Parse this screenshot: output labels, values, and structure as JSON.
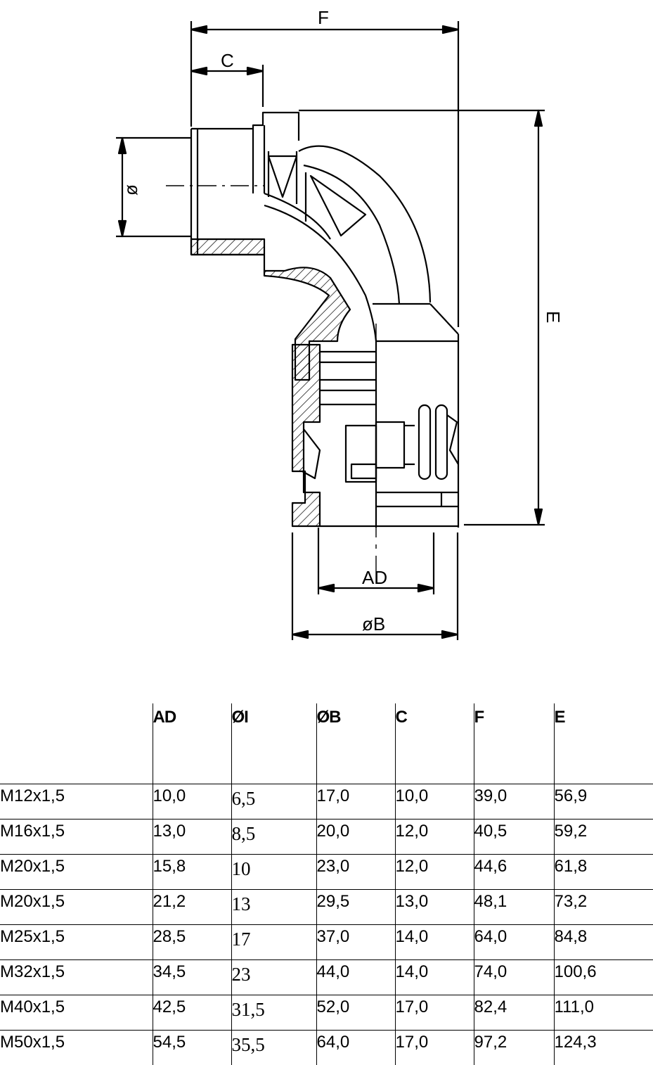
{
  "drawing": {
    "labels": {
      "F": "F",
      "C": "C",
      "I": "ø",
      "E": "E",
      "AD": "AD",
      "B": "øB"
    }
  },
  "table": {
    "headers": [
      "",
      "AD",
      "ØI",
      "ØB",
      "C",
      "F",
      "E"
    ],
    "rows": [
      [
        "M12x1,5",
        "10,0",
        "6,5",
        "17,0",
        "10,0",
        "39,0",
        "56,9"
      ],
      [
        "M16x1,5",
        "13,0",
        "8,5",
        "20,0",
        "12,0",
        "40,5",
        "59,2"
      ],
      [
        "M20x1,5",
        "15,8",
        "10",
        "23,0",
        "12,0",
        "44,6",
        "61,8"
      ],
      [
        "M20x1,5",
        "21,2",
        "13",
        "29,5",
        "13,0",
        "48,1",
        "73,2"
      ],
      [
        "M25x1,5",
        "28,5",
        "17",
        "37,0",
        "14,0",
        "64,0",
        "84,8"
      ],
      [
        "M32x1,5",
        "34,5",
        "23",
        "44,0",
        "14,0",
        "74,0",
        "100,6"
      ],
      [
        "M40x1,5",
        "42,5",
        "31,5",
        "52,0",
        "17,0",
        "82,4",
        "111,0"
      ],
      [
        "M50x1,5",
        "54,5",
        "35,5",
        "64,0",
        "17,0",
        "97,2",
        "124,3"
      ]
    ]
  }
}
